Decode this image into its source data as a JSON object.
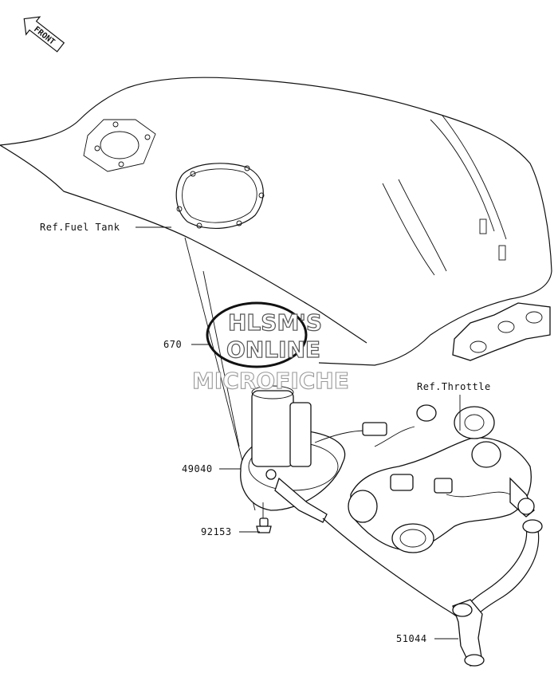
{
  "front_badge": {
    "text": "FRONT",
    "icon": "front-arrow-icon"
  },
  "labels": {
    "fuel_tank": "Ref.Fuel Tank",
    "throttle": "Ref.Throttle",
    "part_670": "670",
    "part_49040": "49040",
    "part_92153": "92153",
    "part_51044": "51044"
  },
  "watermark": {
    "line1": "HLSM'S",
    "line2": "ONLINE",
    "line3": "MICROFICHE"
  }
}
